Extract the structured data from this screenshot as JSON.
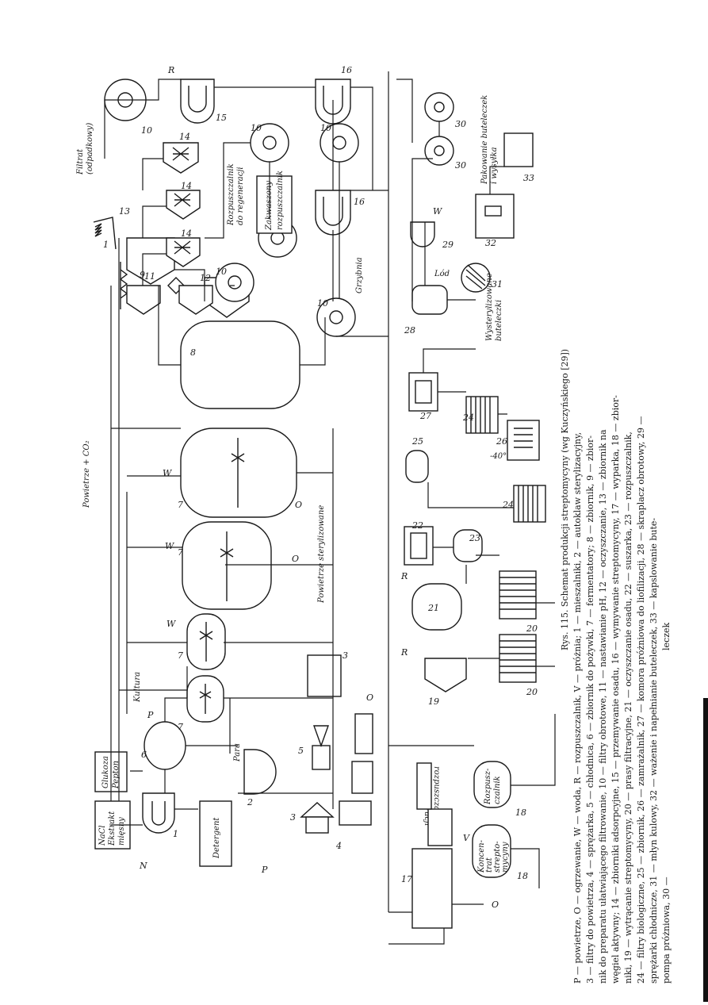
{
  "labels": {
    "nacl": [
      "NaCl",
      "Ekstrakt",
      "mięsny"
    ],
    "glukoza": [
      "Glukoza",
      "Pepton"
    ],
    "detergent": "Detergent",
    "para": "Para",
    "kultura": "Kultura",
    "powietrze_steryl": "Powietrze sterylizowane",
    "powietrze_co2": "Powietrze + CO₂",
    "filtrat": [
      "Filtrat",
      "(odpadkowy)"
    ],
    "rozp_regen": [
      "Rozpuszczalnik",
      "do regeneracji"
    ],
    "zakwaszony": [
      "Zakwaszony",
      "rozpuszczalnik"
    ],
    "grzybnia": "Grzybnia",
    "pakowanie": [
      "Pakowanie buteleczek",
      "i wysyłka"
    ],
    "wysteryl": [
      "Wysterylizowane",
      "buteleczki"
    ],
    "lod": "Lód",
    "do_regen": [
      "Do regeneracji",
      "rozpuszczalnika"
    ],
    "rozpuszczalnik_tank": [
      "Rozpusz-",
      "czalnik"
    ],
    "koncentrat": [
      "Koncen-",
      "trat",
      "strepto-",
      "mycyny"
    ],
    "temp": "-40°"
  },
  "streams": {
    "N": "N",
    "P": "P",
    "W": "W",
    "O": "O",
    "R": "R",
    "V": "V"
  },
  "numbers": {
    "n1": "1",
    "n2": "2",
    "n3": "3",
    "n4": "4",
    "n5": "5",
    "n6": "6",
    "n7": "7",
    "n8": "8",
    "n9": "9",
    "n10": "10",
    "n11": "11",
    "n12": "12",
    "n13": "13",
    "n14": "14",
    "n15": "15",
    "n16": "16",
    "n17": "17",
    "n18": "18",
    "n19": "19",
    "n20": "20",
    "n21": "21",
    "n22": "22",
    "n23": "23",
    "n24": "24",
    "n25": "25",
    "n26": "26",
    "n27": "27",
    "n28": "28",
    "n29": "29",
    "n30": "30",
    "n31": "31",
    "n32": "32",
    "n33": "33"
  },
  "caption": {
    "title": "Rys. 115. Schemat produkcji streptomycyny (wg Kuczyńskiego [29])",
    "lines": [
      "P — powietrze, O — ogrzewanie, W — woda, R — rozpuszczalnik, V — próżnia; 1 — mieszalniki, 2 — autoklaw sterylizacyjny,",
      "3 — filtry do powietrza, 4 — sprężarka, 5 — chłodnica, 6 — zbiornik do pożywki, 7 — fermentatory; 8 — zbiornik, 9 — zbior-",
      "nik do preparatu ułatwiającego filtrowanie, 10 — filtry obrotowe, 11 — nastawianie pH, 12 — oczyszczanie, 13 — zbiornik na",
      "węgiel aktywny; 14 — zbiorniki adsorpcyjne, 15 — przemywanie osadu, 16 — wymywanie streptomycyny, 17 — wyparka, 18 — zbior-",
      "niki, 19 — wytrącanie streptomycyny, 20 — prasy filtracyjne, 21 — oczyszczanie osadu, 22 — suszarka, 23 — rozpuszczalnik,",
      "24 — filtry biologiczne, 25 — zbiornik, 26 — zamrażalnik, 27 — komora próżniowa do liofilizacji, 28 — skraplacz obrotowy, 29 —",
      "sprężarki chłodnicze, 31 — młyn kulowy, 32 — ważenie i napełnianie buteleczek, 33 — kapslowanie bute-",
      "pompa próżniowa, 30 —",
      "leczek"
    ]
  }
}
